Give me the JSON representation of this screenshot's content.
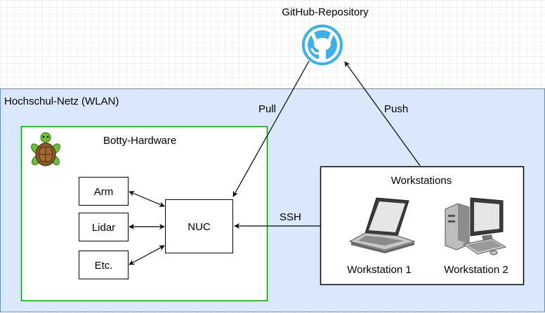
{
  "repository": {
    "label": "GitHub-Repository",
    "icon": "github-icon"
  },
  "network": {
    "label": "Hochschul-Netz (WLAN)",
    "fill": "#dae8fc",
    "stroke": "#6c8ebf"
  },
  "hardware": {
    "label": "Botty-Hardware",
    "stroke": "#009900",
    "icon": "turtle-icon",
    "nodes": {
      "arm": "Arm",
      "lidar": "Lidar",
      "etc": "Etc.",
      "nuc": "NUC"
    }
  },
  "workstations": {
    "label": "Workstations",
    "items": [
      {
        "label": "Workstation 1",
        "icon": "laptop-icon"
      },
      {
        "label": "Workstation 2",
        "icon": "desktop-computer-icon"
      }
    ]
  },
  "edges": {
    "pull": "Pull",
    "push": "Push",
    "ssh": "SSH"
  }
}
